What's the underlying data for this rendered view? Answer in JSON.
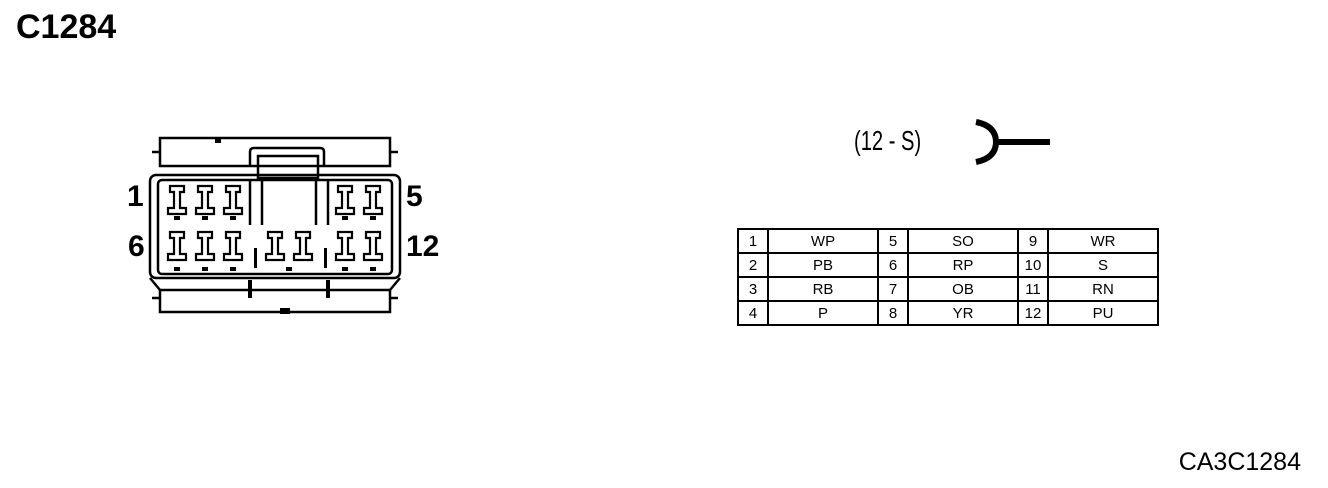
{
  "connector_id": "C1284",
  "image_code": "CA3C1284",
  "terminal_spec": "(12 - S)",
  "pin_labels": {
    "top_left": "1",
    "top_right": "5",
    "bottom_left": "6",
    "bottom_right": "12"
  },
  "pin_table": [
    {
      "pin": "1",
      "color": "WP"
    },
    {
      "pin": "2",
      "color": "PB"
    },
    {
      "pin": "3",
      "color": "RB"
    },
    {
      "pin": "4",
      "color": "P"
    },
    {
      "pin": "5",
      "color": "SO"
    },
    {
      "pin": "6",
      "color": "RP"
    },
    {
      "pin": "7",
      "color": "OB"
    },
    {
      "pin": "8",
      "color": "YR"
    },
    {
      "pin": "9",
      "color": "WR"
    },
    {
      "pin": "10",
      "color": "S"
    },
    {
      "pin": "11",
      "color": "RN"
    },
    {
      "pin": "12",
      "color": "PU"
    }
  ]
}
